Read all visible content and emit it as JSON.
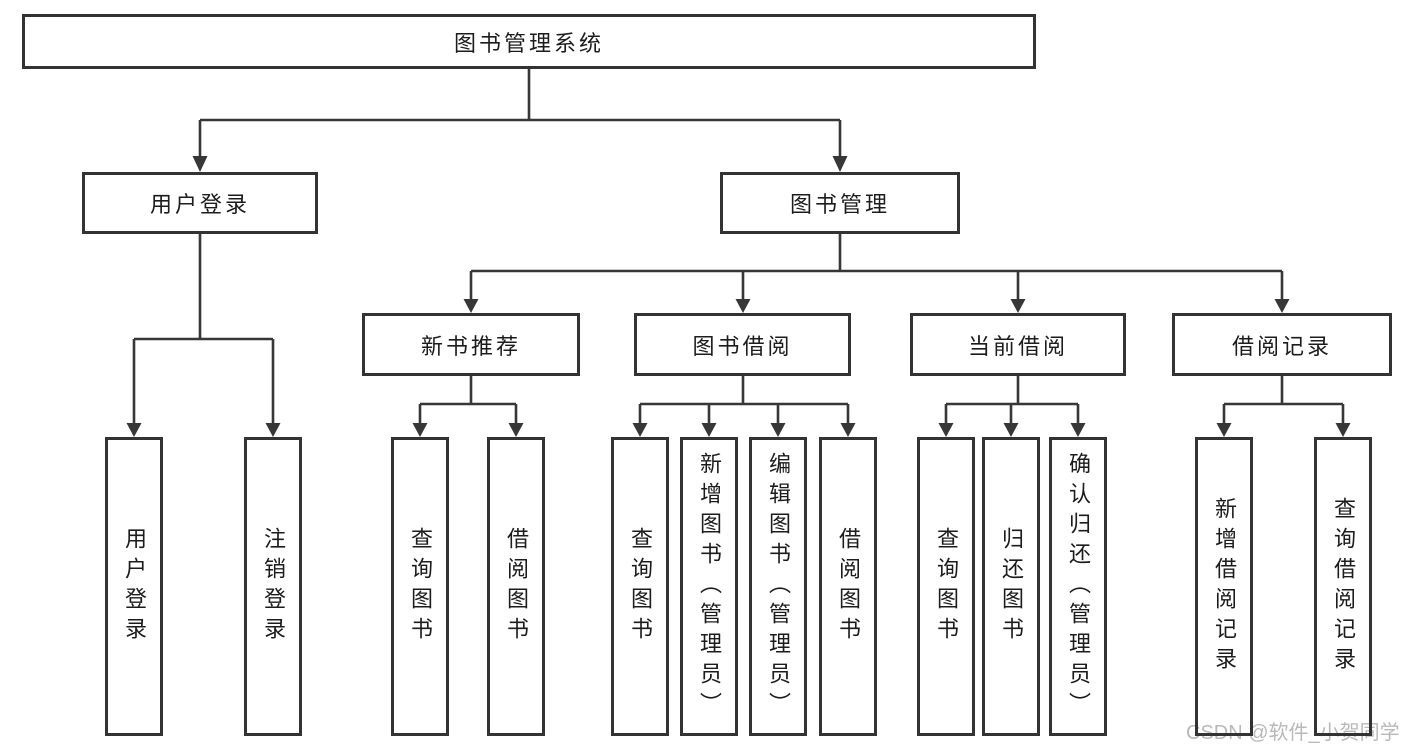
{
  "tree": {
    "root_label": "图书管理系统",
    "level2": [
      {
        "label": "用户登录"
      },
      {
        "label": "图书管理"
      }
    ],
    "level3": [
      {
        "label": "新书推荐"
      },
      {
        "label": "图书借阅"
      },
      {
        "label": "当前借阅"
      },
      {
        "label": "借阅记录"
      }
    ],
    "groups": [
      {
        "children": [
          "用户登录",
          "注销登录"
        ]
      },
      {
        "children": [
          "查询图书",
          "借阅图书"
        ]
      },
      {
        "children": [
          "查询图书",
          "新增图书（管理员）",
          "编辑图书（管理员）",
          "借阅图书"
        ]
      },
      {
        "children": [
          "查询图书",
          "归还图书",
          "确认归还（管理员）"
        ]
      },
      {
        "children": [
          "新增借阅记录",
          "查询借阅记录"
        ]
      }
    ]
  },
  "watermark": {
    "text": "CSDN @软件_小贺同学"
  },
  "colors": {
    "box_border": "#333333",
    "connector_line": "#373737",
    "text": "#1c1c1c",
    "watermark": "#b9b9b9",
    "background": "#ffffff"
  }
}
